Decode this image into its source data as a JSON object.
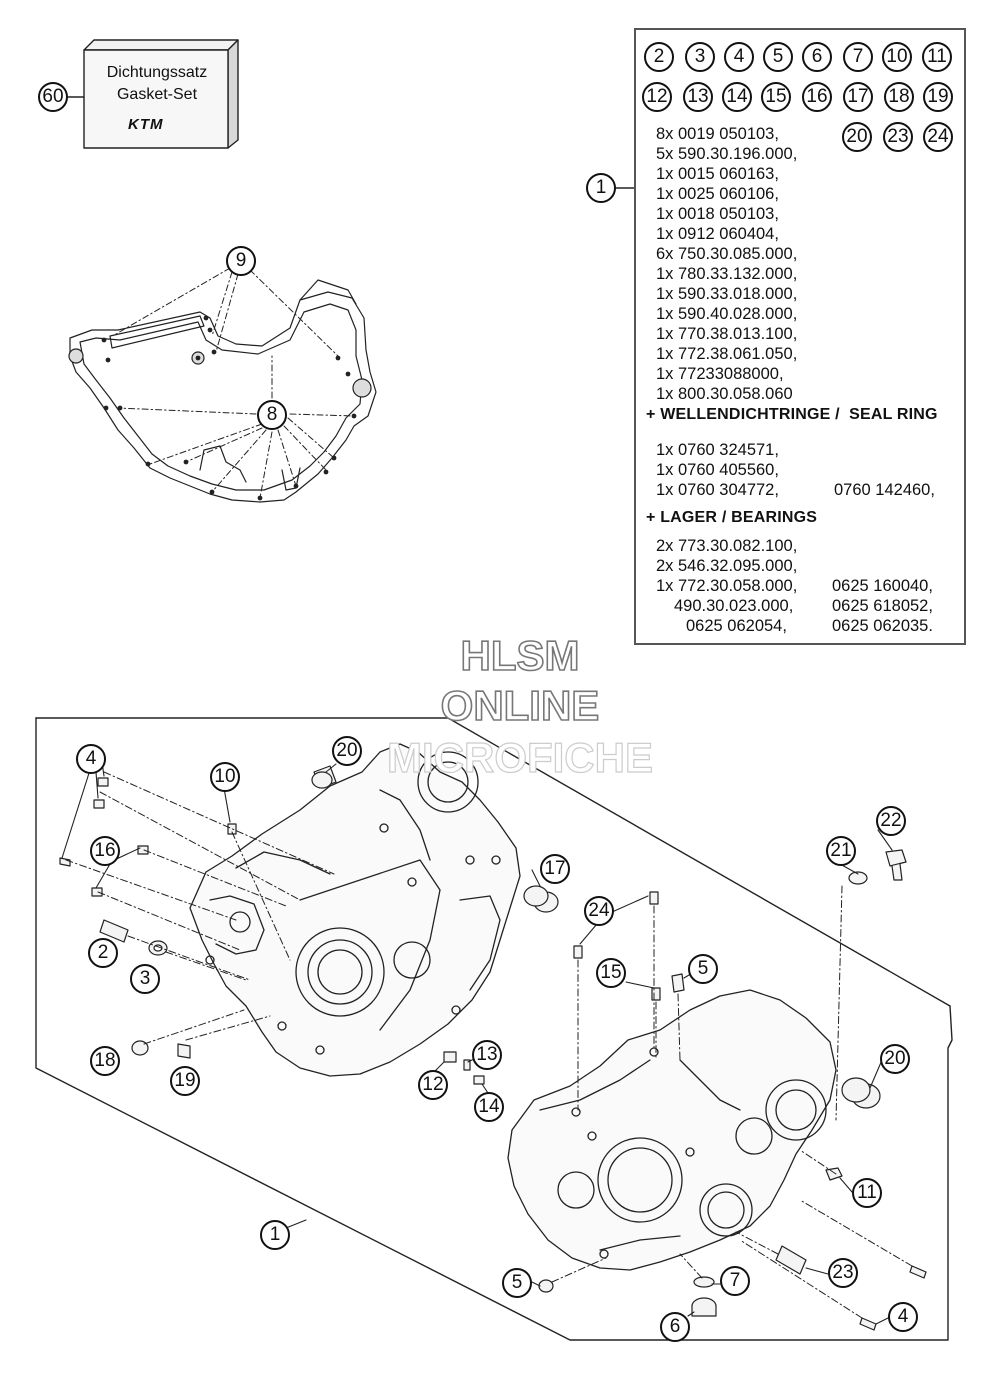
{
  "gasket_set": {
    "callout": "60",
    "label_de": "Dichtungssatz",
    "label_en": "Gasket-Set",
    "logo": "KTM"
  },
  "parts_box": {
    "badges_row1": [
      "2",
      "3",
      "4",
      "5",
      "6",
      "7",
      "10",
      "11"
    ],
    "badges_row2": [
      "12",
      "13",
      "14",
      "15",
      "16",
      "17",
      "18",
      "19"
    ],
    "badges_row3": [
      "20",
      "23",
      "24"
    ],
    "callout": "1",
    "list_main": [
      "8x 0019 050103,",
      "5x 590.30.196.000,",
      "1x 0015 060163,",
      "1x 0025 060106,",
      "1x 0018 050103,",
      "1x 0912 060404,",
      "6x 750.30.085.000,",
      "1x 780.33.132.000,",
      "1x 590.33.018.000,",
      "1x 590.40.028.000,",
      "1x 770.38.013.100,",
      "1x 772.38.061.050,",
      "1x 77233088000,",
      "1x 800.30.058.060"
    ],
    "seal_header": "+ WELLENDICHTRINGE /  SEAL RING",
    "seal_left": [
      "1x 0760 324571,",
      "1x 0760 405560,",
      "1x 0760 304772,"
    ],
    "seal_right": "0760 142460,",
    "bearing_header": "+ LAGER / BEARINGS",
    "bearing_left": [
      "2x 773.30.082.100,",
      "2x 546.32.095.000,",
      "1x 772.30.058.000,",
      "490.30.023.000,",
      "0625 062054,"
    ],
    "bearing_right": [
      "0625 160040,",
      "0625 618052,",
      "0625 062035."
    ]
  },
  "watermark": {
    "line1": "HLSM",
    "line2": "ONLINE",
    "line3": "MICROFICHE"
  },
  "callouts": {
    "c9": "9",
    "c8": "8",
    "c4a": "4",
    "c16": "16",
    "c2": "2",
    "c3": "3",
    "c18": "18",
    "c19": "19",
    "c10": "10",
    "c20a": "20",
    "c17": "17",
    "c12": "12",
    "c13": "13",
    "c14": "14",
    "c1": "1",
    "c24": "24",
    "c15": "15",
    "c5a": "5",
    "c22": "22",
    "c21": "21",
    "c20b": "20",
    "c11": "11",
    "c23": "23",
    "c5b": "5",
    "c7": "7",
    "c6": "6",
    "c4b": "4"
  }
}
